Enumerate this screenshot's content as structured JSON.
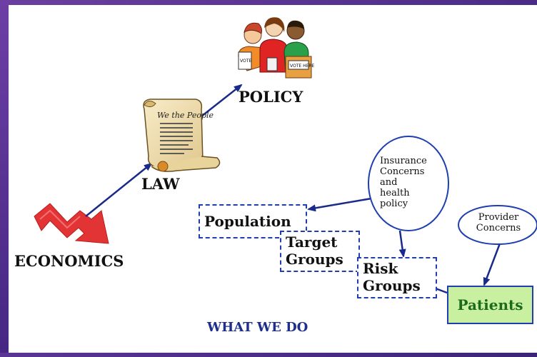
{
  "labels": {
    "economics": "ECONOMICS",
    "law": "LAW",
    "policy": "POLICY"
  },
  "boxes": {
    "population": "Population",
    "target_groups_line1": "Target",
    "target_groups_line2": "Groups",
    "risk_groups_line1": "Risk",
    "risk_groups_line2": "Groups",
    "patients": "Patients"
  },
  "ovals": {
    "insurance": [
      "Insurance",
      "Concerns",
      "and",
      "health",
      "policy"
    ],
    "provider": [
      "Provider",
      "Concerns"
    ]
  },
  "caption": "WHAT WE DO",
  "scroll_text": "We the People",
  "signs": [
    "VOTE",
    "VOTE HERE"
  ],
  "colors": {
    "frame": "#4a2a86",
    "arrow": "#1a2a8a",
    "economics_arrow": "#e03030",
    "box_border": "#1f3fb0",
    "patients_fill": "#c8f0a0",
    "patients_text": "#1c6b1c",
    "caption": "#1e2e8a"
  }
}
